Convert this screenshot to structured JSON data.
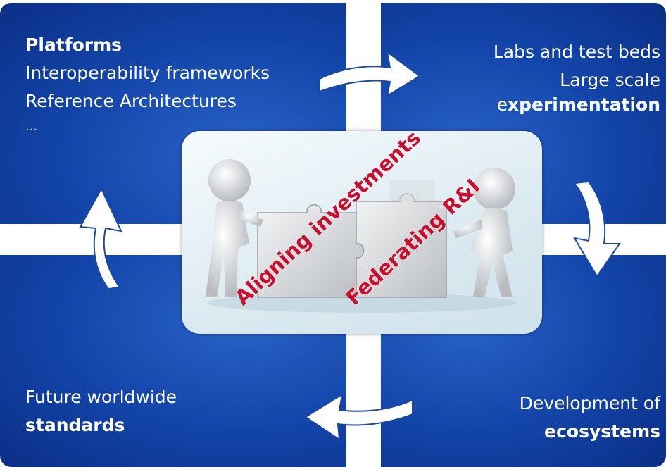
{
  "quadrants": {
    "top_left": {
      "title": "Platforms",
      "line1": "Interoperability frameworks",
      "line2": "Reference Architectures",
      "line3": "..."
    },
    "top_right": {
      "line1": "Labs and test beds",
      "line2": "Large scale",
      "line3_prefix": "e",
      "line3_bold": "xperimentation"
    },
    "bottom_left": {
      "line1": "Future worldwide",
      "line2": "standards"
    },
    "bottom_right": {
      "line1": "Development of",
      "line2": "ecosystems"
    }
  },
  "center": {
    "label1": "Aligning investments",
    "label2": "Federating R&I"
  },
  "colors": {
    "quadrant_blue": "#1244a8",
    "label_red": "#c8102e",
    "arrow_white": "#ffffff"
  },
  "icons": [
    "arrow-right-icon",
    "arrow-down-icon",
    "arrow-left-icon",
    "arrow-up-icon",
    "puzzle-figures-image"
  ]
}
